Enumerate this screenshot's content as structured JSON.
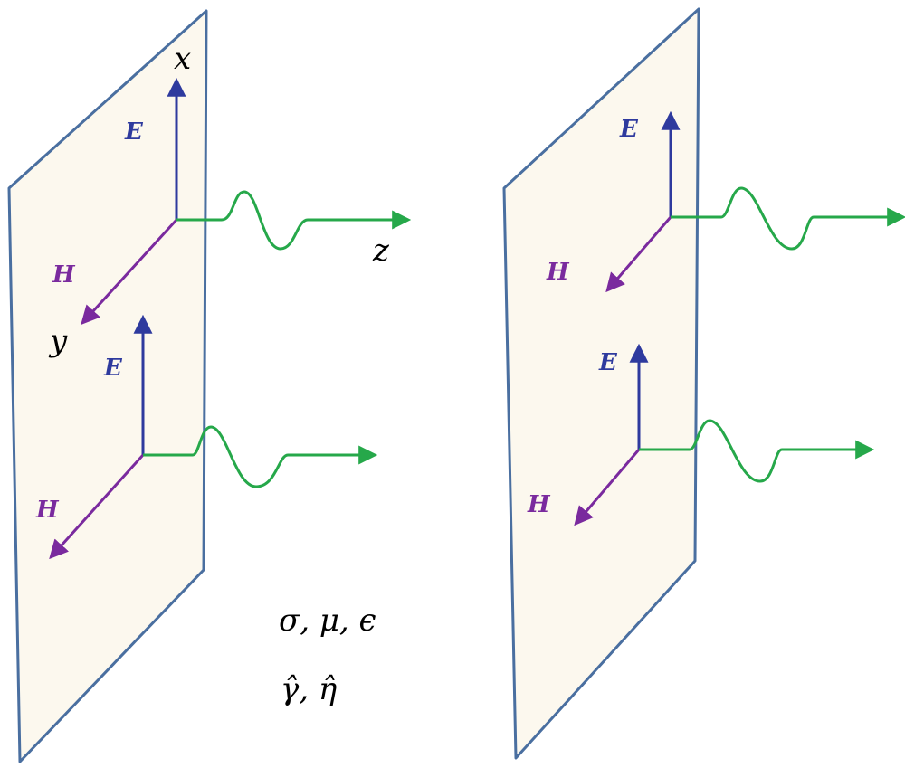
{
  "colors": {
    "plane_fill": "#fcf8ee",
    "plane_stroke": "#4a6fa0",
    "e_field": "#2e3a9e",
    "h_field": "#7a2a9e",
    "wave": "#26a84a",
    "axis_text": "#000000"
  },
  "labels": {
    "e": "E",
    "h": "H",
    "x_axis": "x",
    "y_axis": "y",
    "z_axis": "z",
    "params_line1": "σ, μ, ϵ",
    "params_line2": "γ̂, η̂"
  }
}
